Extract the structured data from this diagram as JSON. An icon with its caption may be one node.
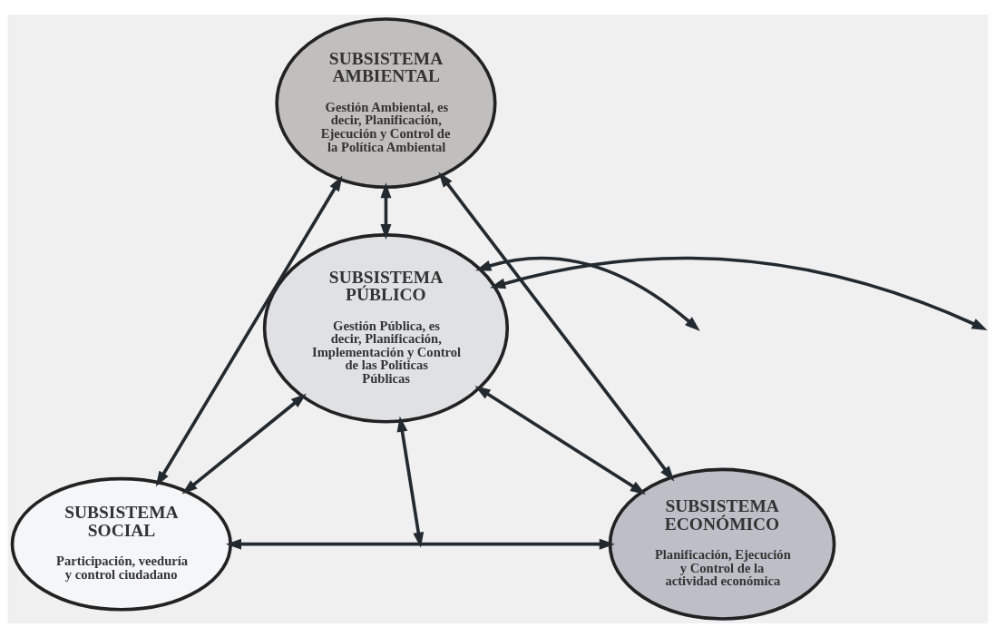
{
  "diagram": {
    "nodes": [
      {
        "text": [
          "SUBSISTEMA AMBIENTAL",
          "Gestión Ambiental, es decir, Planificación, Ejecución y Control de la Política Ambiental"
        ]
      },
      {
        "text": [
          "SUBSISTEMA PÚBLICO",
          "Gestión Pública, es decir, Planificación, Implementación y Control de las Políticas Públicas"
        ]
      },
      {
        "text": [
          "SUBSISTEMA SOCIAL",
          "Participación, veeduría y control ciudadano"
        ]
      },
      {
        "text": [
          "SUBSISTEMA ECONÓMICO",
          "Planificación, Ejecución y Control de la actividad económica"
        ]
      }
    ],
    "edges": [
      {
        "from": 0,
        "to": 1,
        "arrow": "both"
      },
      {
        "from": 0,
        "to": 2,
        "arrow": "both"
      },
      {
        "from": 0,
        "to": 3,
        "arrow": "both"
      },
      {
        "from": 1,
        "to": 2,
        "arrow": "both"
      },
      {
        "from": 1,
        "to": 3,
        "arrow": "both"
      },
      {
        "from": 2,
        "to": 3,
        "arrow": "both"
      },
      {
        "from": 1,
        "to": null,
        "arrow": "both"
      },
      {
        "from": 1,
        "to": null,
        "arrow": "both"
      },
      {
        "from": 1,
        "to": null,
        "arrow": "both"
      }
    ]
  }
}
